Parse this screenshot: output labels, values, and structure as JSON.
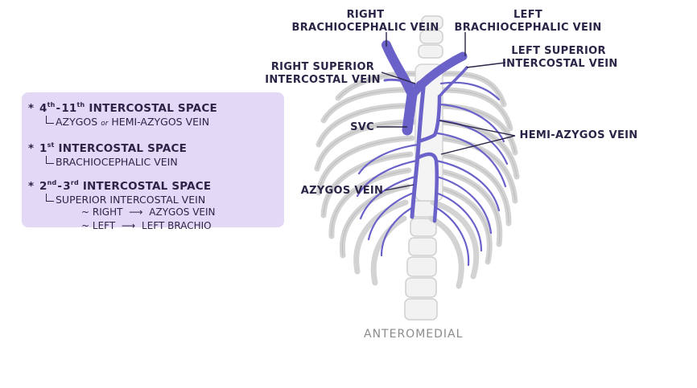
{
  "panel": {
    "items": [
      {
        "bullet": "*",
        "n1": "4",
        "n1_sup": "th",
        "sep": "-",
        "n2": "11",
        "n2_sup": "th",
        "title": "INTERCOSTAL SPACE",
        "sub_a": "AZYGOS",
        "sub_or": "or",
        "sub_b": "HEMI-AZYGOS VEIN"
      },
      {
        "bullet": "*",
        "n1": "1",
        "n1_sup": "st",
        "title": "INTERCOSTAL SPACE",
        "sub": "BRACHIOCEPHALIC VEIN"
      },
      {
        "bullet": "*",
        "n1": "2",
        "n1_sup": "nd",
        "sep": "-",
        "n2": "3",
        "n2_sup": "rd",
        "title": "INTERCOSTAL SPACE",
        "sub": "SUPERIOR INTERCOSTAL VEIN",
        "branches": [
          {
            "tilde": "~",
            "side": "RIGHT",
            "arrow": "⟶",
            "target": "AZYGOS VEIN"
          },
          {
            "tilde": "~",
            "side": "LEFT",
            "arrow": "⟶",
            "target": "LEFT BRACHIO"
          }
        ]
      }
    ]
  },
  "labels": {
    "right_brachio_1": "RIGHT",
    "right_brachio_2": "BRACHIOCEPHALIC VEIN",
    "left_brachio_1": "LEFT",
    "left_brachio_2": "BRACHIOCEPHALIC VEIN",
    "right_sup_ic_1": "RIGHT SUPERIOR",
    "right_sup_ic_2": "INTERCOSTAL VEIN",
    "left_sup_ic_1": "LEFT SUPERIOR",
    "left_sup_ic_2": "INTERCOSTAL VEIN",
    "svc": "SVC",
    "hemi_azygos": "HEMI-AZYGOS VEIN",
    "azygos": "AZYGOS VEIN"
  },
  "caption": "ANTEROMEDIAL",
  "colors": {
    "panel_bg": "#e4d8f7",
    "vein": "#6a62c9",
    "bone_fill": "#f1f1f1",
    "bone_stroke": "#cfcfcf",
    "text": "#2c2447",
    "caption": "#8c8c8c"
  }
}
